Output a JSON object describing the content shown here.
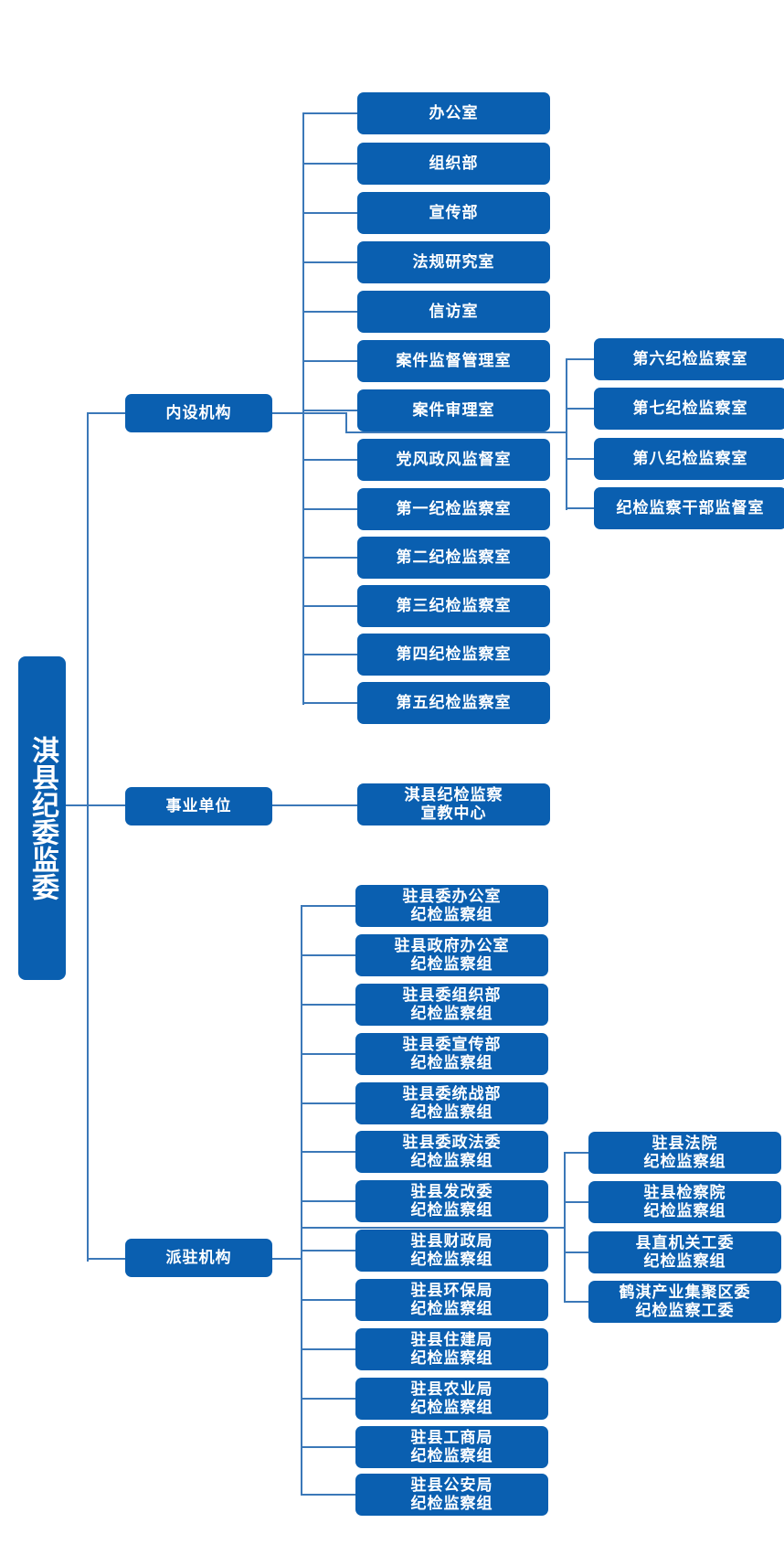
{
  "root": {
    "label": "淇县纪委监委"
  },
  "branches": {
    "neishe": {
      "label": "内设机构",
      "units": [
        "办公室",
        "组织部",
        "宣传部",
        "法规研究室",
        "信访室",
        "案件监督管理室",
        "案件审理室",
        "党风政风监督室",
        "第一纪检监察室",
        "第二纪检监察室",
        "第三纪检监察室",
        "第四纪检监察室",
        "第五纪检监察室"
      ],
      "extra_units": [
        "第六纪检监察室",
        "第七纪检监察室",
        "第八纪检监察室",
        "纪检监察干部监督室"
      ]
    },
    "shiye": {
      "label": "事业单位",
      "units": [
        "淇县纪检监察\n宣教中心"
      ]
    },
    "paizhu": {
      "label": "派驻机构",
      "units": [
        "驻县委办公室\n纪检监察组",
        "驻县政府办公室\n纪检监察组",
        "驻县委组织部\n纪检监察组",
        "驻县委宣传部\n纪检监察组",
        "驻县委统战部\n纪检监察组",
        "驻县委政法委\n纪检监察组",
        "驻县发改委\n纪检监察组",
        "驻县财政局\n纪检监察组",
        "驻县环保局\n纪检监察组",
        "驻县住建局\n纪检监察组",
        "驻县农业局\n纪检监察组",
        "驻县工商局\n纪检监察组",
        "驻县公安局\n纪检监察组"
      ],
      "extra_units": [
        "驻县法院\n纪检监察组",
        "驻县检察院\n纪检监察组",
        "县直机关工委\n纪检监察组",
        "鹤淇产业集聚区委\n纪检监察工委"
      ]
    }
  },
  "colors": {
    "box": "#0a5fb0",
    "line": "#3b78b8",
    "text": "#ffffff"
  }
}
